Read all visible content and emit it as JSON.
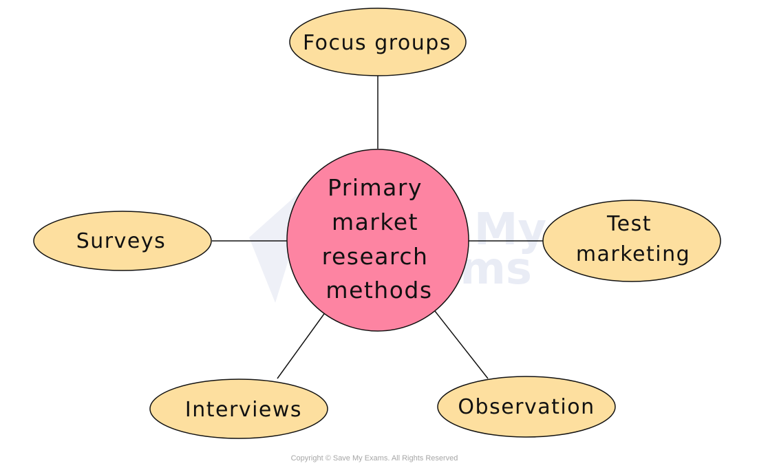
{
  "diagram": {
    "center": {
      "lines": [
        "Primary",
        "market",
        "research",
        "methods"
      ],
      "fill": "#fd84a2"
    },
    "nodes": [
      {
        "id": "focus-groups",
        "lines": [
          "Focus groups"
        ]
      },
      {
        "id": "test-marketing",
        "lines": [
          "Test",
          "marketing"
        ]
      },
      {
        "id": "observation",
        "lines": [
          "Observation"
        ]
      },
      {
        "id": "interviews",
        "lines": [
          "Interviews"
        ]
      },
      {
        "id": "surveys",
        "lines": [
          "Surveys"
        ]
      }
    ],
    "node_fill": "#fddf9f",
    "outline_color": "#111111"
  },
  "watermark": {
    "line1": "Save My",
    "line2": "Exams"
  },
  "footer": {
    "copyright": "Copyright © Save My Exams. All Rights Reserved"
  }
}
